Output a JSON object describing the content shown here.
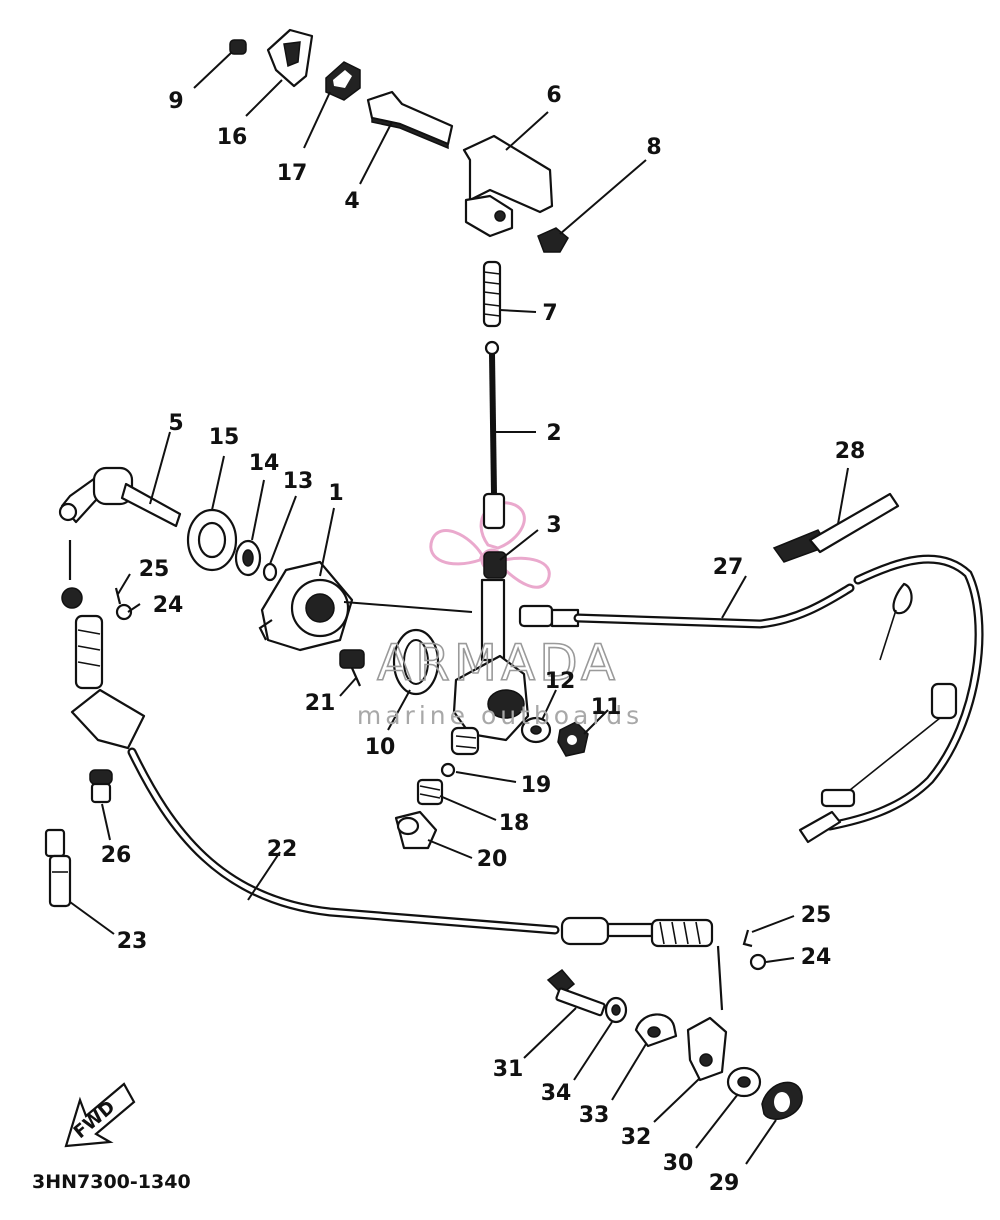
{
  "diagram": {
    "drawing_code": "3HN7300-1340",
    "direction_label": "FWD",
    "watermark": {
      "title": "ARMADA",
      "subtitle": "marine outboards",
      "accent_color": "#e8a0c8"
    },
    "callouts": [
      "1",
      "2",
      "3",
      "4",
      "5",
      "6",
      "7",
      "8",
      "9",
      "10",
      "11",
      "12",
      "13",
      "14",
      "15",
      "16",
      "17",
      "18",
      "19",
      "20",
      "21",
      "22",
      "23",
      "24",
      "25",
      "26",
      "27",
      "28",
      "29",
      "30",
      "31",
      "32",
      "33",
      "34",
      "24",
      "25"
    ]
  }
}
